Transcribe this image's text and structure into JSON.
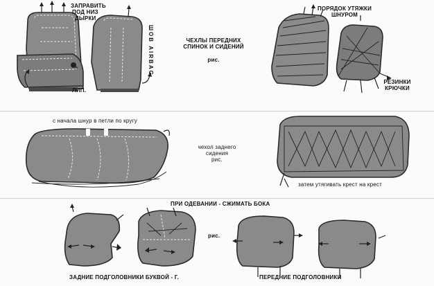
{
  "panel1": {
    "label_zapravit": [
      "ЗАПРАВИТЬ",
      "ПОД НИЗ",
      "ДЫРКИ"
    ],
    "label_shov_airbag": "ШОВ AIRBAG",
    "label_lip": "ЛИП.",
    "caption": [
      "ЧЕХЛЫ  ПЕРЕДНИХ",
      "СПИНОК И СИДЕНИЙ"
    ],
    "ris": "рис.",
    "label_poryadok": [
      "ПОРЯДОК УТЯЖКИ",
      "ШНУРОМ"
    ],
    "label_rezinki": [
      "РЕЗИНКИ",
      "КРЮЧКИ"
    ]
  },
  "panel2": {
    "label_s_nachala": "с начала шнур в петли по кругу",
    "caption": [
      "чехол  заднего",
      "сидения"
    ],
    "ris": "рис.",
    "label_zatem": "затем утягивать крест на крест"
  },
  "panel3": {
    "label_pri_odevanii": "ПРИ ОДЕВАНИИ - СЖИМАТЬ БОКА",
    "ris": "рис.",
    "label_zadnie": "ЗАДНИЕ ПОДГОЛОВНИКИ БУКВОЙ - Г.",
    "label_perednie": "ПЕРЕДНИЕ ПОДГОЛОВНИКИ"
  },
  "colors": {
    "fabric": "#8a8a8a",
    "outline": "#2a2a2a",
    "background": "#fbfbfb"
  }
}
